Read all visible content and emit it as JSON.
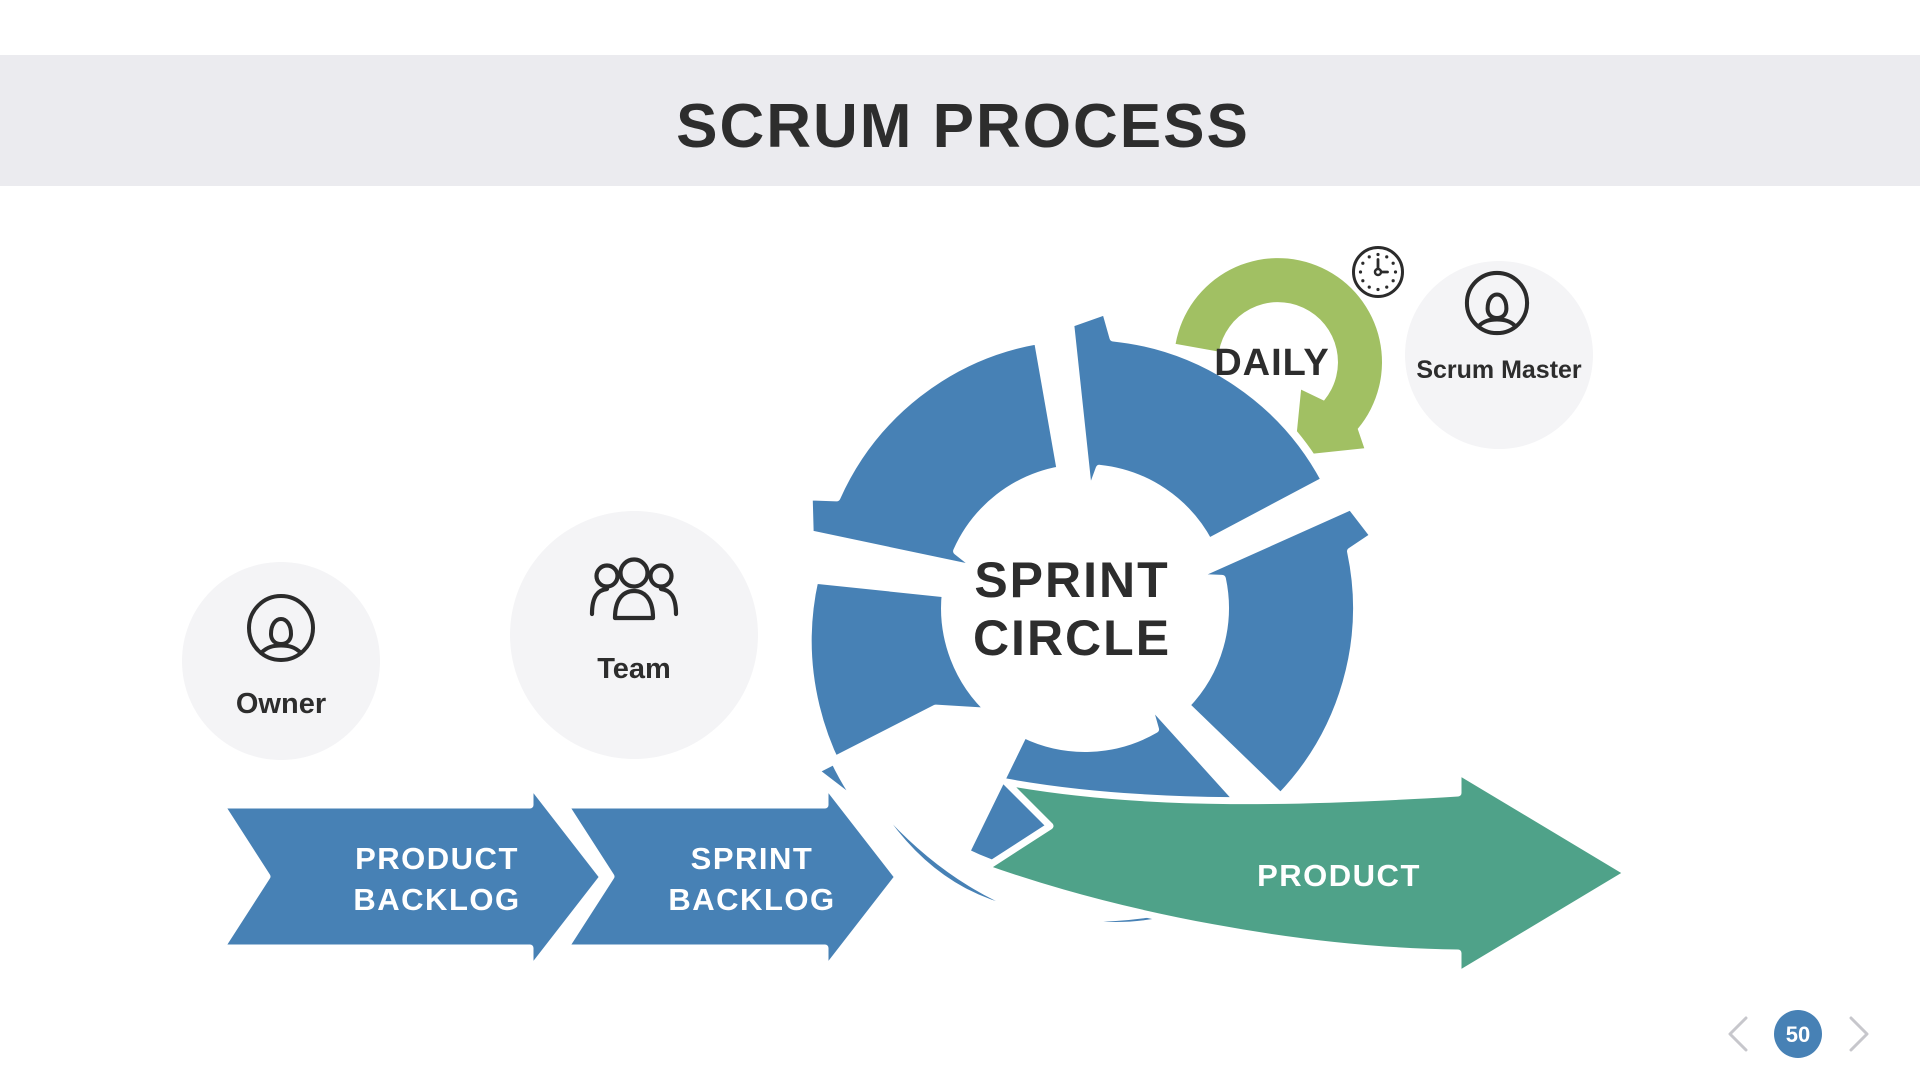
{
  "header": {
    "title": "SCRUM PROCESS"
  },
  "colors": {
    "blue": "#4781B5",
    "green": "#A1C063",
    "teal": "#4FA289",
    "header_bg": "#EBEBEF",
    "circle_bg": "#F4F4F6",
    "text_dark": "#2D2D2D",
    "arrow_text": "#FFFFFF",
    "nav_gray": "#C7C7CC"
  },
  "diagram": {
    "center": {
      "line1": "SPRINT",
      "line2": "CIRCLE"
    },
    "daily": {
      "label": "DAILY",
      "icon": "clock-icon"
    },
    "roles": {
      "owner": {
        "label": "Owner",
        "icon": "person-icon"
      },
      "team": {
        "label": "Team",
        "icon": "team-icon"
      },
      "scrum_master": {
        "label": "Scrum Master",
        "icon": "person-icon"
      }
    },
    "arrows": {
      "product_backlog": {
        "line1": "PRODUCT",
        "line2": "BACKLOG"
      },
      "sprint_backlog": {
        "line1": "SPRINT",
        "line2": "BACKLOG"
      },
      "product": {
        "label": "PRODUCT"
      }
    }
  },
  "pagination": {
    "page": "50"
  }
}
